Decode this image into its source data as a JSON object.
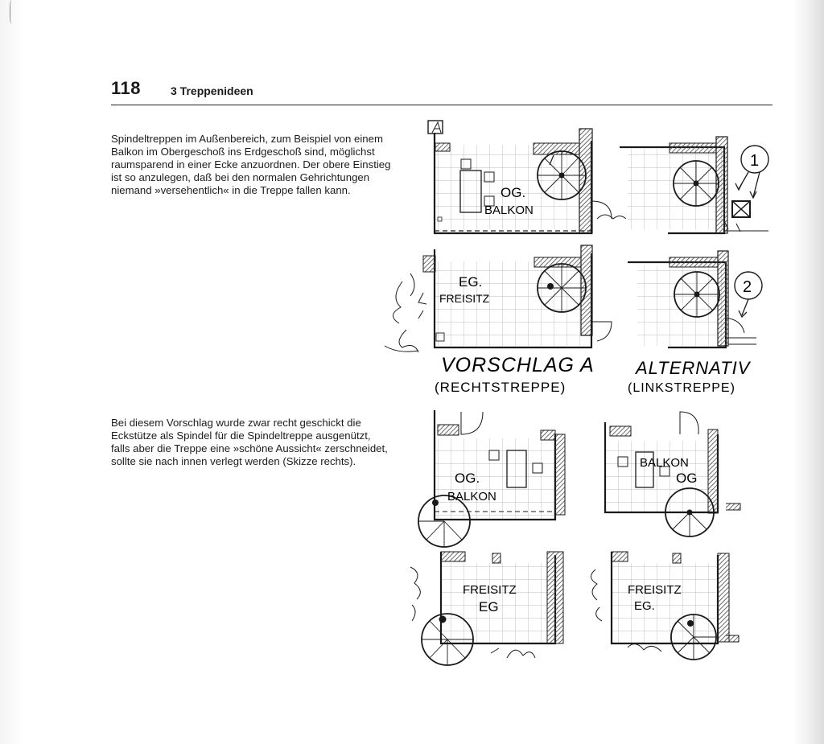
{
  "header": {
    "page_number": "118",
    "chapter": "3 Treppenideen"
  },
  "paragraphs": [
    "Spindeltreppen im Außenbereich, zum Beispiel von einem Balkon im Obergeschoß ins Erdgeschoß sind, möglichst raumsparend in einer Ecke anzuordnen. Der obere Einstieg ist so anzulegen, daß bei den normalen Gehrichtungen niemand »versehentlich« in die Treppe fallen kann.",
    "Bei diesem Vorschlag wurde zwar recht geschickt die Eckstütze als Spindel für die Spindeltreppe ausgenützt, falls aber die Treppe eine »schöne Aussicht« zerschneidet, sollte sie nach innen verlegt werden (Skizze rechts)."
  ],
  "sketch_labels": {
    "og_balkon_1": "OG.",
    "balkon_1": "BALKON",
    "marker_1": "1",
    "eg_1": "EG.",
    "freisitz_1": "FREISITZ",
    "marker_2": "2",
    "vorschlag": "VORSCHLAG A",
    "rechtstreppe": "(RECHTSTREPPE)",
    "alternativ": "ALTERNATIV",
    "linkstreppe": "(LINKSTREPPE)",
    "og_2": "OG.",
    "balkon_2": "BALKON",
    "balkon_3": "BALKON",
    "og_3": "OG",
    "freisitz_2": "FREISITZ",
    "eg_2": "EG",
    "freisitz_3": "FREISITZ",
    "eg_3": "EG."
  },
  "colors": {
    "ink": "#1a1a1a",
    "grid": "#9a9a9a",
    "hatch": "#555555"
  }
}
